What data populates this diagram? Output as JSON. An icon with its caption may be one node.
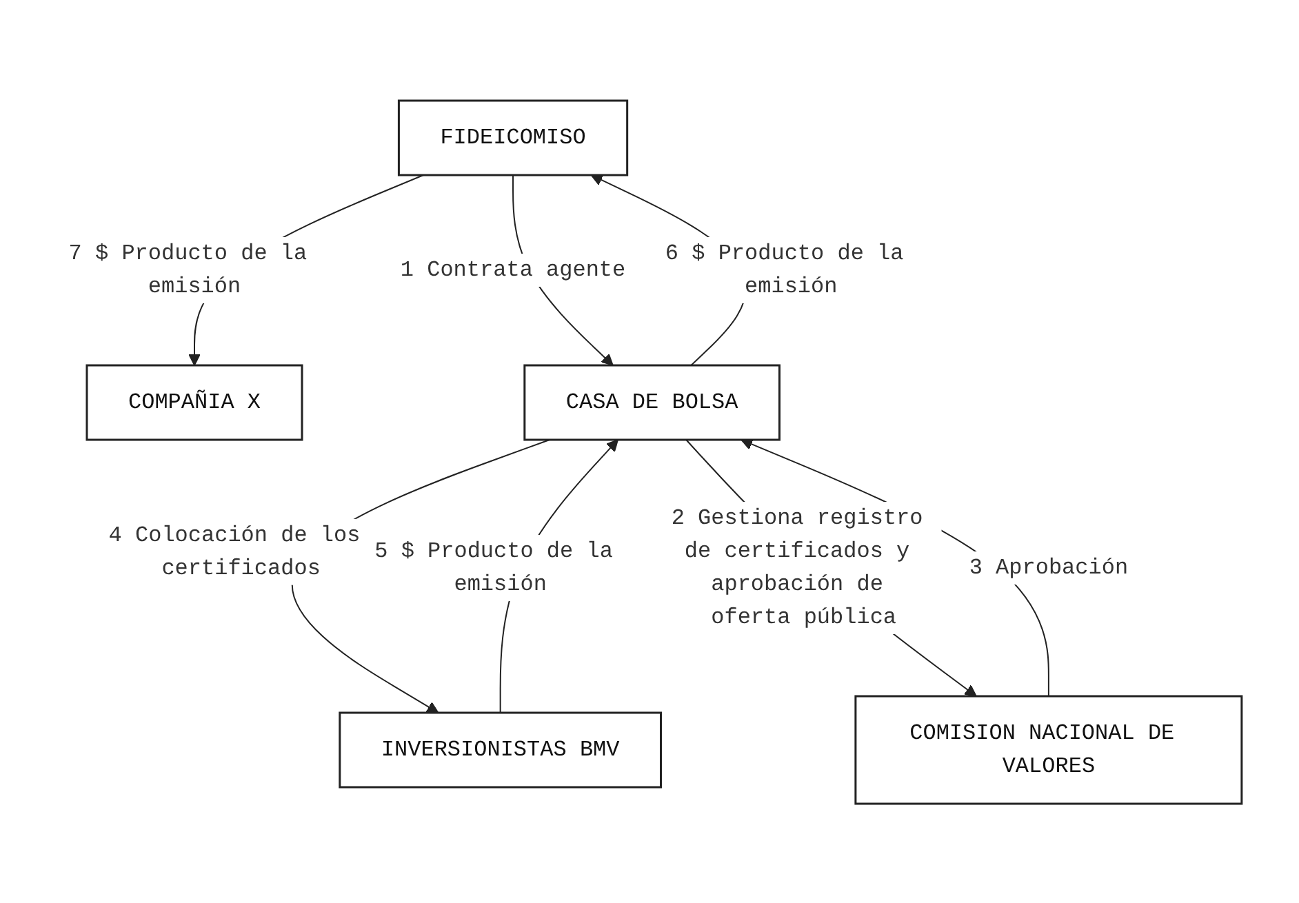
{
  "diagram": {
    "nodes": [
      {
        "text": [
          "FIDEICOMISO"
        ]
      },
      {
        "text": [
          "COMPAÑIA X"
        ]
      },
      {
        "text": [
          "CASA DE BOLSA"
        ]
      },
      {
        "text": [
          "INVERSIONISTAS BMV"
        ]
      },
      {
        "text": [
          "COMISION NACIONAL DE VALORES"
        ]
      }
    ],
    "edges": [
      {
        "from": 0,
        "to": 1,
        "arrow": "to",
        "label": "7 $ Producto de la emisión"
      },
      {
        "from": 0,
        "to": 2,
        "arrow": "to",
        "label": "1 Contrata agente"
      },
      {
        "from": 2,
        "to": 0,
        "arrow": "to",
        "label": "6 $ Producto de la emisión"
      },
      {
        "from": 2,
        "to": 3,
        "arrow": "to",
        "label": "4 Colocación de los certificados"
      },
      {
        "from": 3,
        "to": 2,
        "arrow": "to",
        "label": "5 $ Producto de la emisión"
      },
      {
        "from": 2,
        "to": 4,
        "arrow": "to",
        "label": "2 Gestiona registro de certificados y aprobación de oferta pública"
      },
      {
        "from": 4,
        "to": 2,
        "arrow": "to",
        "label": "3 Aprobación"
      }
    ]
  }
}
